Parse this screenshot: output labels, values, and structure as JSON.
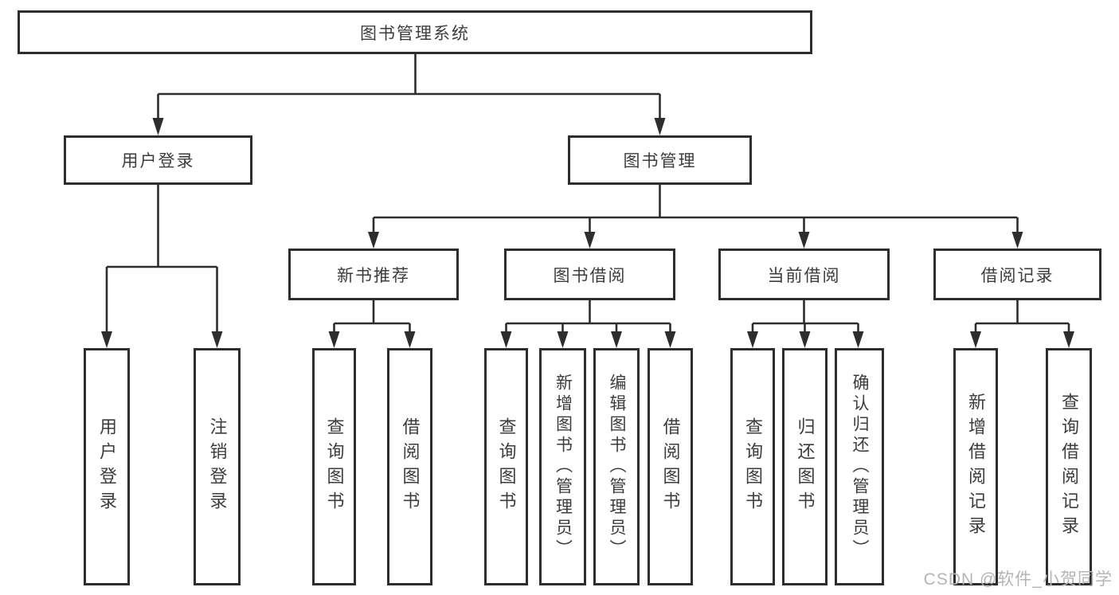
{
  "diagram_title": "图书管理系统",
  "colors": {
    "line": "#2d2d2d",
    "text": "#3c3c3c",
    "background": "#ffffff",
    "watermark": "#b4b4b4"
  },
  "nodes": {
    "root": {
      "label": "图书管理系统"
    },
    "level2": [
      {
        "label": "用户登录",
        "parent": "图书管理系统"
      },
      {
        "label": "图书管理",
        "parent": "图书管理系统"
      }
    ],
    "level3": [
      {
        "label": "新书推荐",
        "parent": "图书管理"
      },
      {
        "label": "图书借阅",
        "parent": "图书管理"
      },
      {
        "label": "当前借阅",
        "parent": "图书管理"
      },
      {
        "label": "借阅记录",
        "parent": "图书管理"
      }
    ],
    "leaves": [
      {
        "label": "用户登录",
        "parent": "用户登录"
      },
      {
        "label": "注销登录",
        "parent": "用户登录"
      },
      {
        "label": "查询图书",
        "parent": "新书推荐"
      },
      {
        "label": "借阅图书",
        "parent": "新书推荐"
      },
      {
        "label": "查询图书",
        "parent": "图书借阅"
      },
      {
        "label": "新增图书（管理员）",
        "parent": "图书借阅"
      },
      {
        "label": "编辑图书（管理员）",
        "parent": "图书借阅"
      },
      {
        "label": "借阅图书",
        "parent": "图书借阅"
      },
      {
        "label": "查询图书",
        "parent": "当前借阅"
      },
      {
        "label": "归还图书",
        "parent": "当前借阅"
      },
      {
        "label": "确认归还（管理员）",
        "parent": "当前借阅"
      },
      {
        "label": "新增借阅记录",
        "parent": "借阅记录"
      },
      {
        "label": "查询借阅记录",
        "parent": "借阅记录"
      }
    ]
  },
  "watermark": {
    "text": "CSDN @软件_小贺同学"
  }
}
